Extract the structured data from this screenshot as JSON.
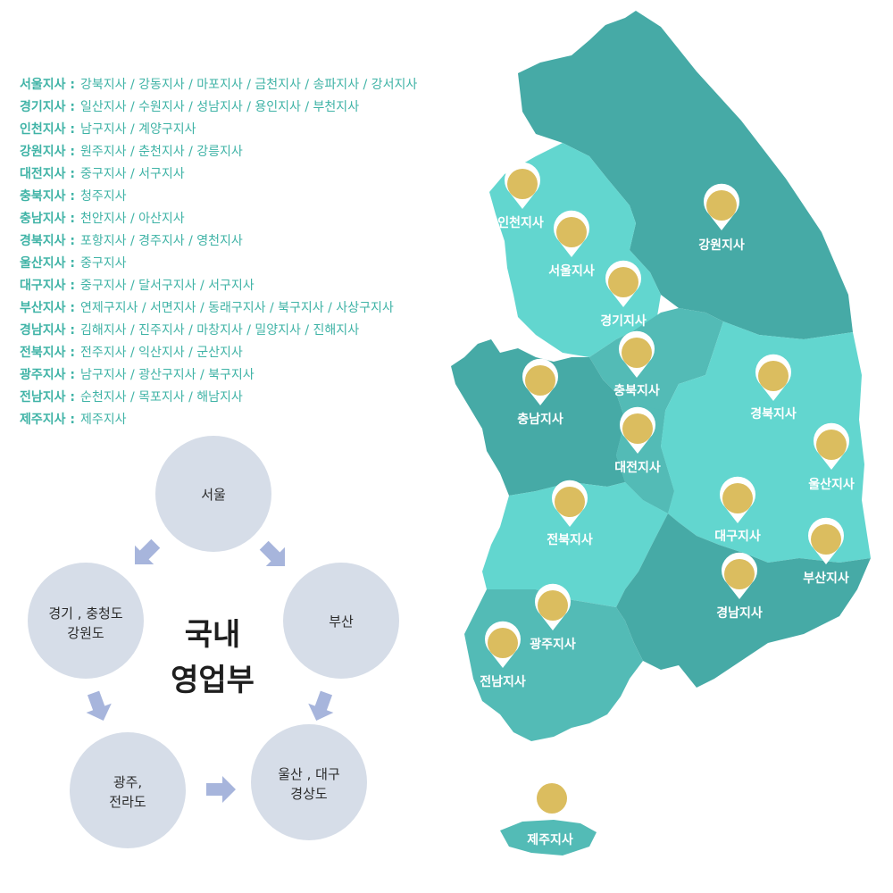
{
  "branches": [
    {
      "region": "서울지사 :",
      "subs": "강북지사 / 강동지사 / 마포지사 / 금천지사 / 송파지사 / 강서지사"
    },
    {
      "region": "경기지사 :",
      "subs": "일산지사 / 수원지사 / 성남지사 / 용인지사 / 부천지사"
    },
    {
      "region": "인천지사 :",
      "subs": "남구지사 / 계양구지사"
    },
    {
      "region": "강원지사 :",
      "subs": "원주지사 / 춘천지사 / 강릉지사"
    },
    {
      "region": "대전지사 :",
      "subs": "중구지사 / 서구지사"
    },
    {
      "region": "충북지사 :",
      "subs": "청주지사"
    },
    {
      "region": "충남지사 :",
      "subs": "천안지사 / 아산지사"
    },
    {
      "region": "경북지사 :",
      "subs": "포항지사 / 경주지사 / 영천지사"
    },
    {
      "region": "울산지사 :",
      "subs": "중구지사"
    },
    {
      "region": "대구지사 :",
      "subs": "중구지사 / 달서구지사 / 서구지사"
    },
    {
      "region": "부산지사 :",
      "subs": "연제구지사 / 서면지사 / 동래구지사 / 북구지사 / 사상구지사"
    },
    {
      "region": "경남지사 :",
      "subs": "김해지사 / 진주지사 / 마창지사 / 밀양지사 / 진해지사"
    },
    {
      "region": "전북지사 :",
      "subs": "전주지사 / 익산지사 / 군산지사"
    },
    {
      "region": "광주지사 :",
      "subs": "남구지사 / 광산구지사 / 북구지사"
    },
    {
      "region": "전남지사 :",
      "subs": "순천지사 / 목포지사 / 해남지사"
    },
    {
      "region": "제주지사 :",
      "subs": "제주지사"
    }
  ],
  "cycle": {
    "center_line1": "국내",
    "center_line2": "영업부",
    "nodes": [
      {
        "id": "seoul",
        "lines": [
          "서울"
        ]
      },
      {
        "id": "busan",
        "lines": [
          "부산"
        ]
      },
      {
        "id": "ulsan",
        "lines": [
          "울산 , 대구",
          "경상도"
        ]
      },
      {
        "id": "gwangju",
        "lines": [
          "광주,",
          "전라도"
        ]
      },
      {
        "id": "gyeonggi",
        "lines": [
          "경기 , 충청도",
          "강원도"
        ]
      }
    ]
  },
  "map": {
    "pins": [
      {
        "id": "incheon",
        "label": "인천지사"
      },
      {
        "id": "gangwon",
        "label": "강원지사"
      },
      {
        "id": "seoul",
        "label": "서울지사"
      },
      {
        "id": "gyeonggi",
        "label": "경기지사"
      },
      {
        "id": "chungbuk",
        "label": "충북지사"
      },
      {
        "id": "chungnam",
        "label": "충남지사"
      },
      {
        "id": "gyeongbuk",
        "label": "경북지사"
      },
      {
        "id": "daejeon",
        "label": "대전지사"
      },
      {
        "id": "ulsan",
        "label": "울산지사"
      },
      {
        "id": "jeonbuk",
        "label": "전북지사"
      },
      {
        "id": "daegu",
        "label": "대구지사"
      },
      {
        "id": "busan",
        "label": "부산지사"
      },
      {
        "id": "gyeongnam",
        "label": "경남지사"
      },
      {
        "id": "gwangju",
        "label": "광주지사"
      },
      {
        "id": "jeonnam",
        "label": "전남지사"
      },
      {
        "id": "jeju",
        "label": "제주지사"
      }
    ]
  },
  "colors": {
    "dark_teal": "#46aaa6",
    "light_teal": "#62d6cf",
    "mid_teal": "#53bbb6",
    "pin_fill": "#dbbd5f",
    "circle_fill": "#d6dde8",
    "arrow_fill": "#a7b5dc",
    "list_text": "#3fb3a6"
  }
}
